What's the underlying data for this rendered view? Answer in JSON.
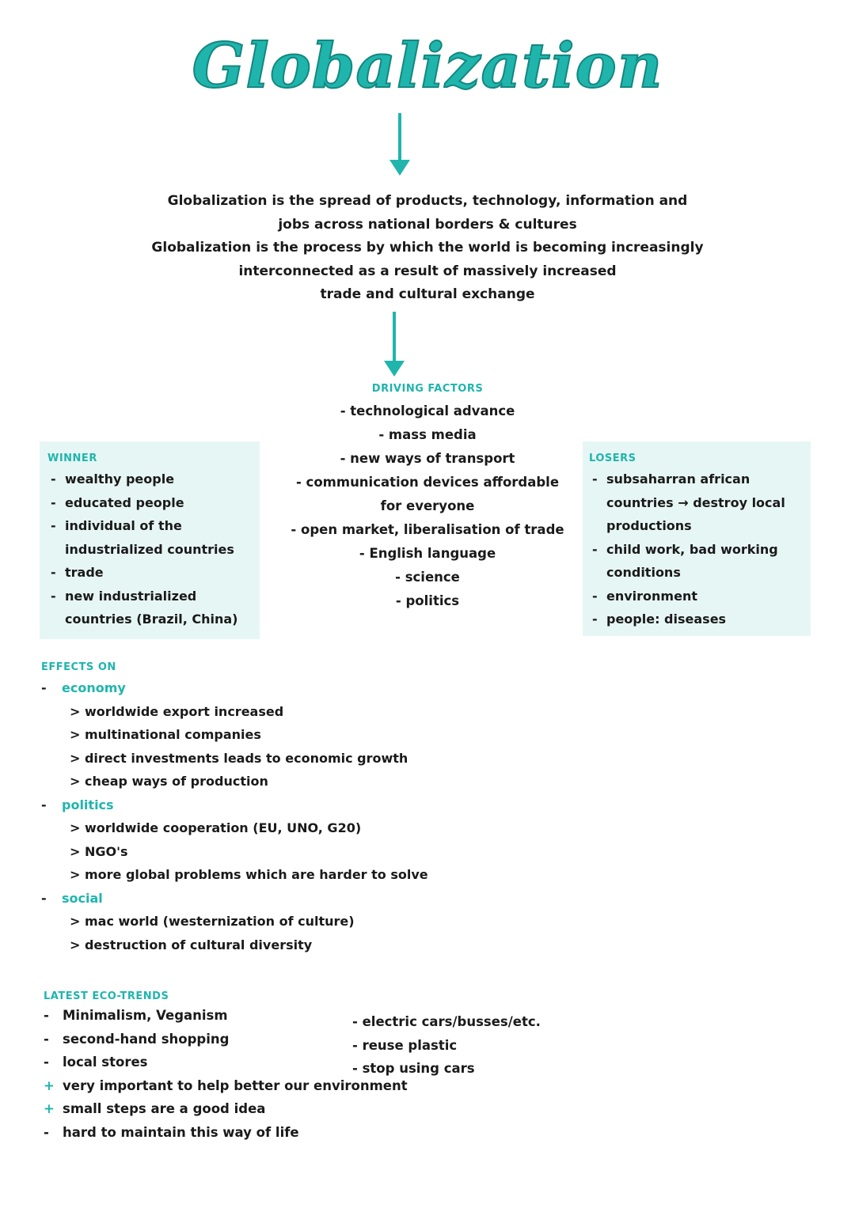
{
  "title": "Globalization",
  "colors": {
    "accent": "#1fb5ad",
    "panel": "#e6f6f4",
    "text": "#1a1a1a"
  },
  "intro": {
    "lines": [
      "Globalization is the spread of products, technology, information and",
      "jobs across national borders & cultures",
      "Globalization is the process by which the world is becoming increasingly",
      "interconnected as a result of massively increased",
      "trade and cultural exchange"
    ]
  },
  "driving": {
    "heading": "DRIVING FACTORS",
    "items": [
      "- technological advance",
      "- mass media",
      "- new ways of transport",
      "- communication devices affordable",
      "for everyone",
      "- open market, liberalisation of trade",
      "- English language",
      "- science",
      "- politics"
    ]
  },
  "winner": {
    "heading": "WINNER",
    "items": [
      "wealthy people",
      "educated people",
      "individual of the industrialized countries",
      "trade",
      "new industrialized countries (Brazil, China)"
    ]
  },
  "losers": {
    "heading": "LOSERS",
    "items": [
      "subsaharran african countries → destroy local productions",
      "child work, bad working conditions",
      "environment",
      "people: diseases"
    ]
  },
  "effects": {
    "heading": "EFFECTS ON",
    "groups": [
      {
        "label": "economy",
        "items": [
          "> worldwide export increased",
          "> multinational companies",
          "> direct investments leads to economic growth",
          "> cheap ways of production"
        ]
      },
      {
        "label": "politics",
        "items": [
          "> worldwide cooperation (EU, UNO, G20)",
          "> NGO's",
          "> more global problems which are harder to solve"
        ]
      },
      {
        "label": "social",
        "items": [
          "> mac world (westernization of culture)",
          "> destruction of cultural diversity"
        ]
      }
    ]
  },
  "eco": {
    "heading": "LATEST ECO-TRENDS",
    "left": [
      "Minimalism, Veganism",
      "second-hand shopping",
      "local stores"
    ],
    "right": [
      "- electric cars/busses/etc.",
      "- reuse plastic",
      "- stop using cars"
    ],
    "evaluation": [
      {
        "sign": "+",
        "text": "very important to help better our environment"
      },
      {
        "sign": "+",
        "text": "small steps are a good idea"
      },
      {
        "sign": "-",
        "text": "hard to maintain this way of life"
      }
    ]
  }
}
